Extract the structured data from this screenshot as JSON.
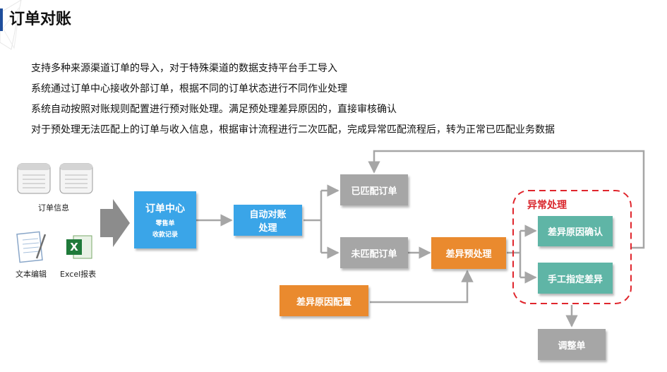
{
  "header": {
    "title": "订单对账"
  },
  "bullets": [
    "支持多种来源渠道订单的导入，对于特殊渠道的数据支持平台手工导入",
    "系统通过订单中心接收外部订单，根据不同的订单状态进行不同作业处理",
    "系统自动按照对账规则配置进行预对账处理。满足预处理差异原因的，直接审核确认",
    "对于预处理无法匹配上的订单与收入信息，根据审计流程进行二次匹配，完成异常匹配流程后，转为正常已匹配业务数据"
  ],
  "sources": {
    "order_info_label": "订单信息",
    "text_edit_label": "文本编辑",
    "excel_label": "Excel报表"
  },
  "nodes": {
    "order_center": {
      "title": "订单中心",
      "line1": "零售单",
      "line2": "收款记录"
    },
    "auto_recon": {
      "line1": "自动对账",
      "line2": "处理"
    },
    "matched": "已匹配订单",
    "unmatched": "未匹配订单",
    "diff_preprocess": "差异预处理",
    "diff_reason_config": "差异原因配置",
    "exception_title": "异常处理",
    "diff_reason_confirm": "差异原因确认",
    "manual_assign": "手工指定差异",
    "adjust": "调整单"
  },
  "colors": {
    "gray": "#a6a6a6",
    "blue": "#3aa5e8",
    "orange": "#ea8a2e",
    "teal": "#5fb5a6",
    "exception_border": "#e0262d",
    "title_accent": "#1f4e9c"
  }
}
